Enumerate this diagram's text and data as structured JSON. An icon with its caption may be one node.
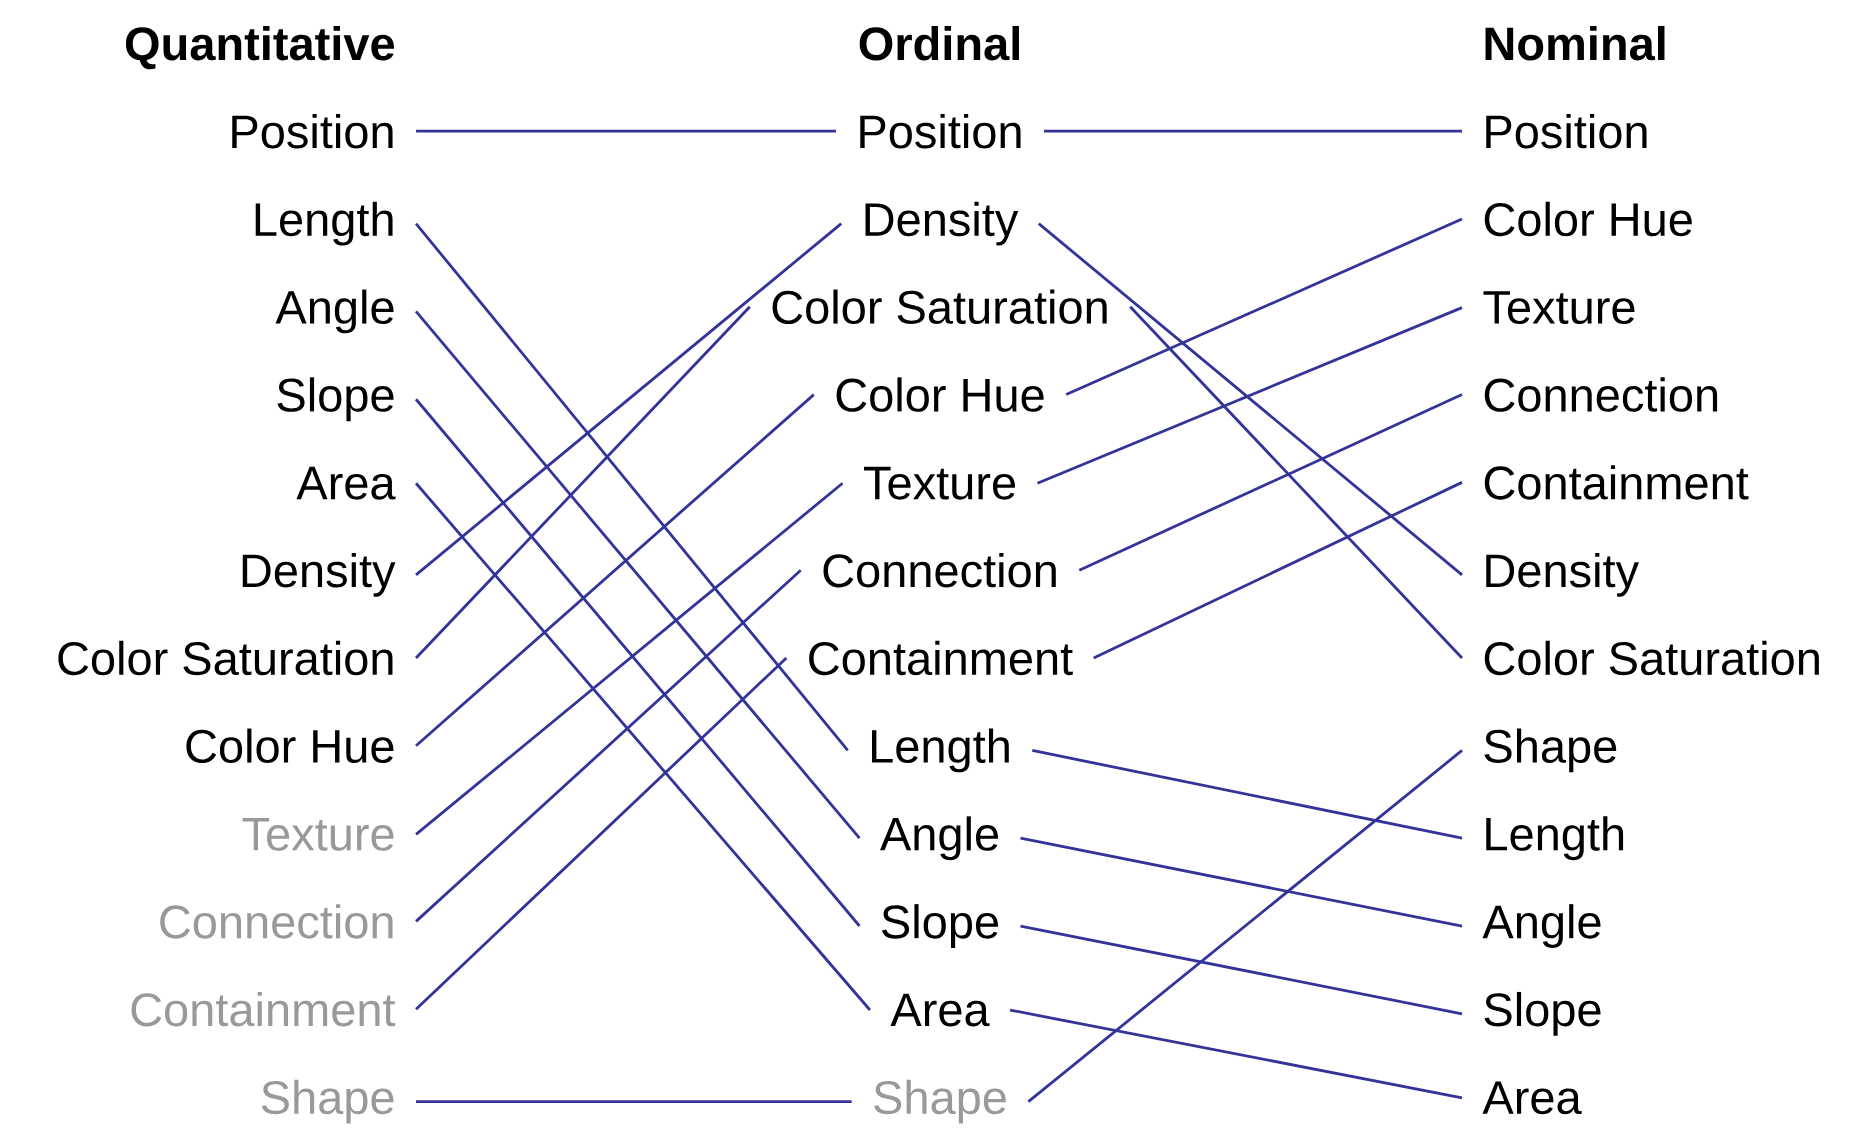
{
  "diagram": {
    "nodes": [
      {
        "text": [
          "Position"
        ]
      },
      {
        "text": [
          "Length"
        ]
      },
      {
        "text": [
          "Angle"
        ]
      },
      {
        "text": [
          "Slope"
        ]
      },
      {
        "text": [
          "Area"
        ]
      },
      {
        "text": [
          "Density"
        ]
      },
      {
        "text": [
          "Color Saturation"
        ]
      },
      {
        "text": [
          "Color Hue"
        ]
      },
      {
        "text": [
          "Texture"
        ]
      },
      {
        "text": [
          "Connection"
        ]
      },
      {
        "text": [
          "Containment"
        ]
      },
      {
        "text": [
          "Shape"
        ]
      },
      {
        "text": [
          "Position"
        ]
      },
      {
        "text": [
          "Density"
        ]
      },
      {
        "text": [
          "Color Saturation"
        ]
      },
      {
        "text": [
          "Color Hue"
        ]
      },
      {
        "text": [
          "Texture"
        ]
      },
      {
        "text": [
          "Connection"
        ]
      },
      {
        "text": [
          "Containment"
        ]
      },
      {
        "text": [
          "Length"
        ]
      },
      {
        "text": [
          "Angle"
        ]
      },
      {
        "text": [
          "Slope"
        ]
      },
      {
        "text": [
          "Area"
        ]
      },
      {
        "text": [
          "Shape"
        ]
      },
      {
        "text": [
          "Position"
        ]
      },
      {
        "text": [
          "Color Hue"
        ]
      },
      {
        "text": [
          "Texture"
        ]
      },
      {
        "text": [
          "Connection"
        ]
      },
      {
        "text": [
          "Containment"
        ]
      },
      {
        "text": [
          "Density"
        ]
      },
      {
        "text": [
          "Color Saturation"
        ]
      },
      {
        "text": [
          "Shape"
        ]
      },
      {
        "text": [
          "Length"
        ]
      },
      {
        "text": [
          "Angle"
        ]
      },
      {
        "text": [
          "Slope"
        ]
      },
      {
        "text": [
          "Area"
        ]
      }
    ],
    "edges": [
      {
        "from": 0,
        "to": 12,
        "arrow": "none"
      },
      {
        "from": 1,
        "to": 19,
        "arrow": "none"
      },
      {
        "from": 2,
        "to": 20,
        "arrow": "none"
      },
      {
        "from": 3,
        "to": 21,
        "arrow": "none"
      },
      {
        "from": 4,
        "to": 22,
        "arrow": "none"
      },
      {
        "from": 5,
        "to": 13,
        "arrow": "none"
      },
      {
        "from": 6,
        "to": 14,
        "arrow": "none"
      },
      {
        "from": 7,
        "to": 15,
        "arrow": "none"
      },
      {
        "from": 8,
        "to": 16,
        "arrow": "none"
      },
      {
        "from": 9,
        "to": 17,
        "arrow": "none"
      },
      {
        "from": 10,
        "to": 18,
        "arrow": "none"
      },
      {
        "from": 11,
        "to": 23,
        "arrow": "none"
      },
      {
        "from": 12,
        "to": 24,
        "arrow": "none"
      },
      {
        "from": 13,
        "to": 29,
        "arrow": "none"
      },
      {
        "from": 14,
        "to": 30,
        "arrow": "none"
      },
      {
        "from": 15,
        "to": 25,
        "arrow": "none"
      },
      {
        "from": 16,
        "to": 26,
        "arrow": "none"
      },
      {
        "from": 17,
        "to": 27,
        "arrow": "none"
      },
      {
        "from": 18,
        "to": 28,
        "arrow": "none"
      },
      {
        "from": 19,
        "to": 32,
        "arrow": "none"
      },
      {
        "from": 20,
        "to": 33,
        "arrow": "none"
      },
      {
        "from": 21,
        "to": 34,
        "arrow": "none"
      },
      {
        "from": 22,
        "to": 35,
        "arrow": "none"
      },
      {
        "from": 23,
        "to": 31,
        "arrow": "none"
      }
    ],
    "labels": [
      "Quantitative",
      "Ordinal",
      "Nominal"
    ]
  }
}
